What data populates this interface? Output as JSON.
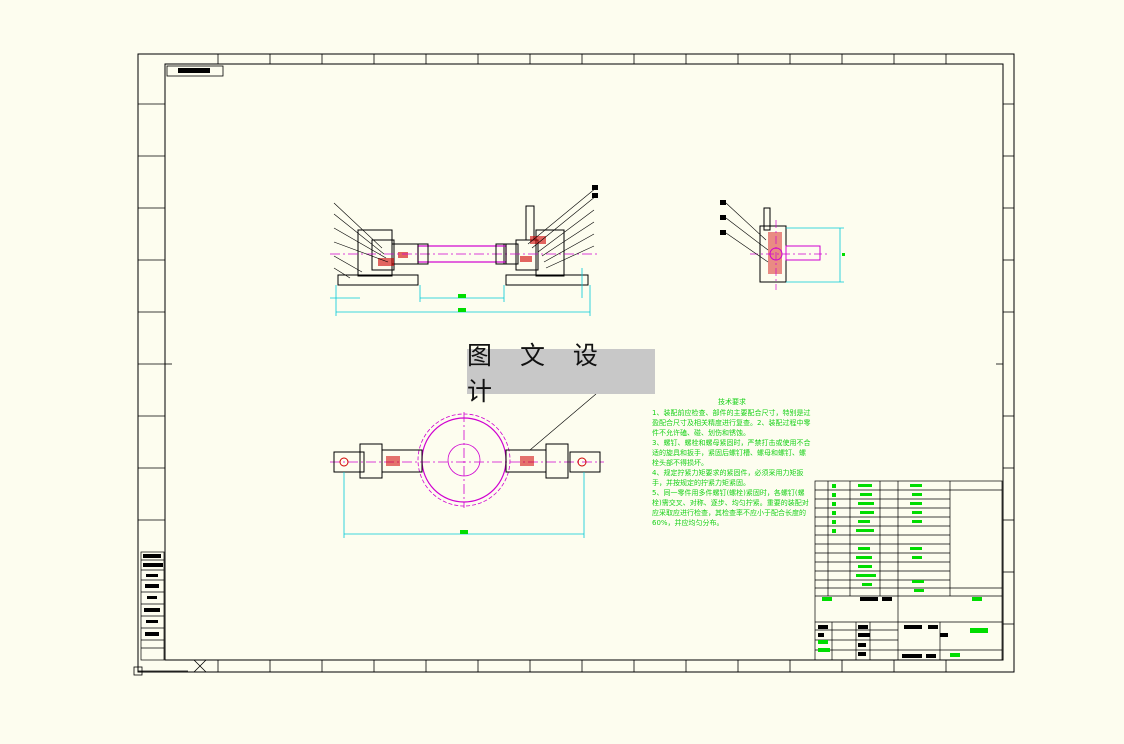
{
  "watermark": {
    "text": "图 文 设 计"
  },
  "technical_requirements": {
    "title": "技术要求",
    "items": [
      "1、装配前应检查、部件的主要配合尺寸，特别是过盈配合尺寸及相关精度进行复查。2、装配过程中零件不允许磕、碰、划伤和锈蚀。",
      "3、螺钉、螺栓和螺母紧固时，严禁打击或使用不合适的旋具和扳手，紧固后螺钉槽、螺母和螺钉、螺栓头部不得损坏。",
      "4、规定拧紧力矩要求的紧固件，必须采用力矩扳手，并按规定的拧紧力矩紧固。",
      "5、同一零件用多件螺钉(螺栓)紧固时，各螺钉(螺栓)需交叉、对称、逐步、均匀拧紧。重要的装配对应采取应进行检查，其检查率不应小于配合长度的60%，并应均匀分布。"
    ]
  },
  "colors": {
    "background": "#fdfdef",
    "frame": "#000000",
    "part_outline": "#000000",
    "dimension": "#00c8d8",
    "centerline": "#d000d0",
    "hatch": "#d00000",
    "note_text": "#17d117",
    "table_fill": "#00dd00"
  }
}
